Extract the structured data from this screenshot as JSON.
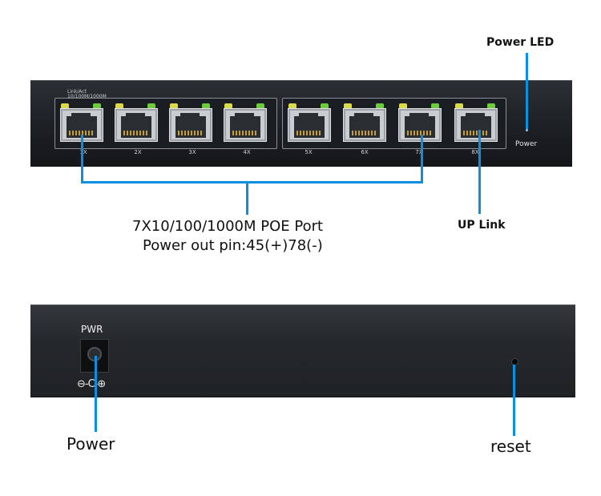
{
  "front": {
    "link_act_label": "Link/Act",
    "link_act_speeds": "10/100M/1000M",
    "ports": [
      "1X",
      "2X",
      "3X",
      "4X",
      "5X",
      "6X",
      "7X",
      "8X"
    ],
    "power_label": "Power"
  },
  "callouts": {
    "power_led": "Power LED",
    "poe_ports_line1": "7X10/100/1000M POE Port",
    "poe_ports_line2": "Power out pin:45(+)78(-)",
    "uplink": "UP Link",
    "power": "Power",
    "reset": "reset"
  },
  "rear": {
    "pwr_label": "PWR",
    "polarity_symbol": "⊖-C-⊕"
  },
  "colors": {
    "callout_line": "#0b8fe0",
    "led_yellow": "#d9d94a",
    "led_green": "#6ccc3c"
  }
}
